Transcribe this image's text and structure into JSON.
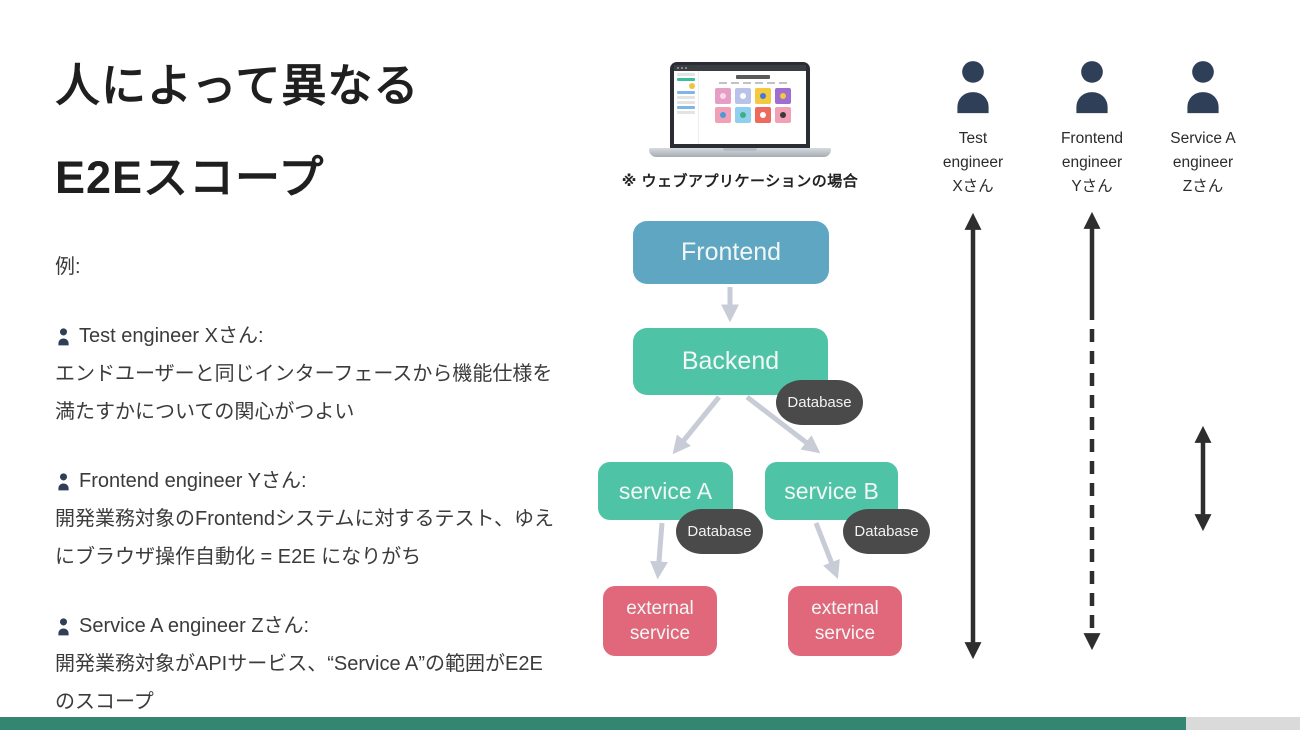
{
  "slide": {
    "title_lines": [
      "人によって異なる",
      "E2Eスコープ"
    ],
    "example_label": "例:",
    "examples": [
      {
        "header": "Test engineer Xさん:",
        "lines": [
          "エンドユーザーと同じインターフェースから機能仕様を",
          "満たすかについての関心がつよい"
        ]
      },
      {
        "header": "Frontend engineer Yさん:",
        "lines": [
          "開発業務対象のFrontendシステムに対するテスト、ゆえ",
          "にブラウザ操作自動化 = E2E になりがち"
        ]
      },
      {
        "header": "Service A engineer Zさん:",
        "lines": [
          "開発業務対象がAPIサービス、“Service A”の範囲がE2E",
          "のスコープ"
        ]
      }
    ]
  },
  "illustration": {
    "caption": "※ ウェブアプリケーションの場合"
  },
  "diagram": {
    "labels": {
      "frontend": "Frontend",
      "backend": "Backend",
      "service_a": "service A",
      "service_b": "service B",
      "external_service": "external service",
      "database": "Database"
    }
  },
  "engineers": [
    {
      "lines": [
        "Test",
        "engineer",
        "Xさん"
      ],
      "arrow_style": "solid-full"
    },
    {
      "lines": [
        "Frontend",
        "engineer",
        "Yさん"
      ],
      "arrow_style": "solid-top-dashed-below"
    },
    {
      "lines": [
        "Service A",
        "engineer",
        "Zさん"
      ],
      "arrow_style": "solid-short"
    }
  ],
  "colors": {
    "frontend_box": "#5fa6c3",
    "backend_service_box": "#4ec3a6",
    "external_box": "#e0687a",
    "database": "#4a4a4a",
    "person_icon": "#2f3f57",
    "connector_arrow": "#c7ccd6",
    "scope_arrow": "#2e2e2e",
    "footer_teal": "#338672",
    "footer_gray": "#dadada"
  }
}
